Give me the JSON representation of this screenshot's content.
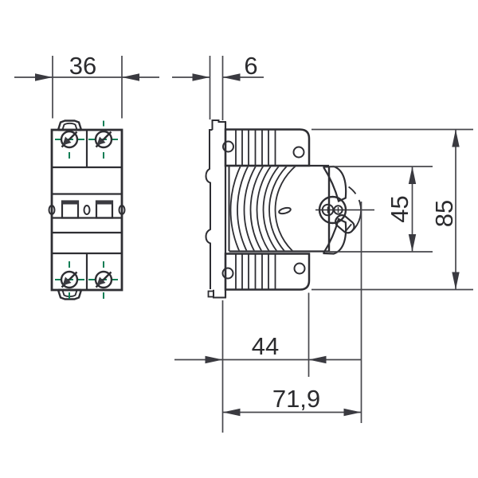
{
  "dims": {
    "front_width": "36",
    "rail_hook_depth": "6",
    "handle_span_height": "45",
    "total_height": "85",
    "body_depth": "44",
    "total_depth": "71,9"
  },
  "colors": {
    "line": "#2e2e33",
    "dimension_line": "#47474c",
    "centerline_green": "#0f7e55",
    "background": "#ffffff"
  }
}
